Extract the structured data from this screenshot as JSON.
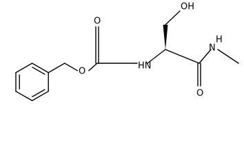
{
  "labels": {
    "carbamate_o_double": "O",
    "carbamate_o_ester": "O",
    "amide_nh_carbamate": "HN",
    "hydroxyl": "OH",
    "amide_o": "O",
    "amide_nh_methyl": "N",
    "amide_h": "H"
  }
}
